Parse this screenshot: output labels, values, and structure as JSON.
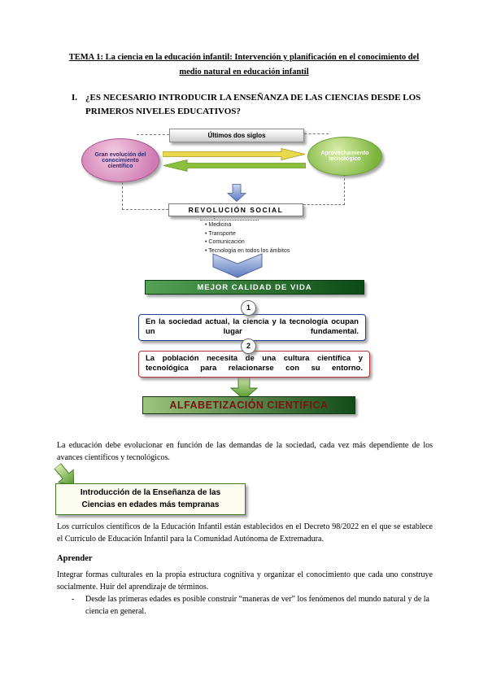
{
  "page": {
    "title": "TEMA 1: La ciencia en la educación infantil: Intervención y planificación en el conocimiento del medio natural en educación infantil",
    "section_number": "I.",
    "section_heading": "¿ES NECESARIO INTRODUCIR LA ENSEÑANZA DE LAS CIENCIAS DESDE LOS PRIMEROS NIVELES EDUCATIVOS?"
  },
  "diagram": {
    "top_box": "Últimos dos siglos",
    "left_ellipse": "Gran evolución del conocimiento científico",
    "right_ellipse": "Aprovechamiento tecnológico",
    "revolution_box": "REVOLUCIÓN SOCIAL",
    "bullets": [
      "Medicina",
      "Transporte",
      "Comunicación",
      "Tecnología en todos los ámbitos"
    ],
    "quality_bar": "MEJOR CALIDAD DE VIDA",
    "step1_number": "1",
    "step1_text": "En la sociedad actual, la ciencia y la tecnología ocupan un lugar fundamental.",
    "step2_number": "2",
    "step2_text": "La población necesita de una cultura científica y tecnológica para relacionarse con su entorno.",
    "final_bar": "ALFABETIZACIÓN CIENTÍFICA"
  },
  "body": {
    "paragraph1": "La educación debe evolucionar en función de las demandas de la sociedad, cada vez más dependiente de los avances científicos y tecnológicos.",
    "intro_box": "Introducción de la Enseñanza de las Ciencias en edades más tempranas",
    "paragraph2": "Los currículos científicos de la Educación Infantil están establecidos en el Decreto 98/2022 en el que se establece el Currículo de Educación Infantil para la Comunidad Autónoma de Extremadura.",
    "aprender_heading": "Aprender",
    "paragraph3": "Integrar formas culturales en la propia estructura cognitiva y organizar el conocimiento que cada uno construye socialmente. Huir del aprendizaje de términos.",
    "bullet_dash": "-",
    "bullet_text": "Desde las primeras edades es posible construir “maneras de ver” los fenómenos del mundo natural y de la ciencia en general."
  },
  "colors": {
    "pink_ellipse": "#cf7ab2",
    "green_ellipse": "#7ab33a",
    "yellow_arrow": "#ead94e",
    "green_arrow": "#8cbf3e",
    "blue_arrow": "#5b79c0",
    "quality_bar_gradient_start": "#55a155",
    "quality_bar_gradient_end": "#0b4a15",
    "final_bar_text": "#7a1212",
    "box1_border": "#24408e",
    "box2_border": "#b03434",
    "intro_box_border": "#3f7a1e"
  }
}
